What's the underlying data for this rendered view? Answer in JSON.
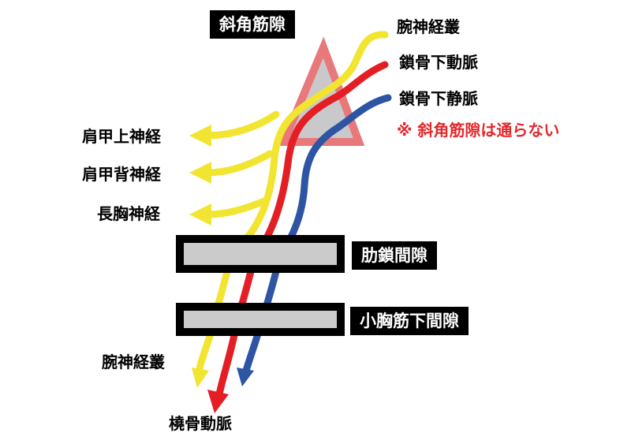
{
  "labels": {
    "scalene_gap": "斜角筋隙",
    "brachial_plexus_top": "腕神経叢",
    "subclavian_artery": "鎖骨下動脈",
    "subclavian_vein": "鎖骨下静脈",
    "note": "※ 斜角筋隙は通らない",
    "suprascapular_nerve": "肩甲上神経",
    "dorsal_scapular_nerve": "肩甲背神経",
    "long_thoracic_nerve": "長胸神経",
    "costoclavicular_gap": "肋鎖間隙",
    "subpectoralis_minor_gap": "小胸筋下間隙",
    "brachial_plexus_bottom": "腕神経叢",
    "radial_artery": "橈骨動脈"
  },
  "colors": {
    "nerve": "#f2e531",
    "artery": "#e31e24",
    "vein": "#2d55a4",
    "triangle_fill": "#c9c9cb",
    "triangle_stroke": "#e8787a",
    "note_text": "#e3282c",
    "bar_fill": "#cbcbcb",
    "bar_stroke": "#000000"
  }
}
